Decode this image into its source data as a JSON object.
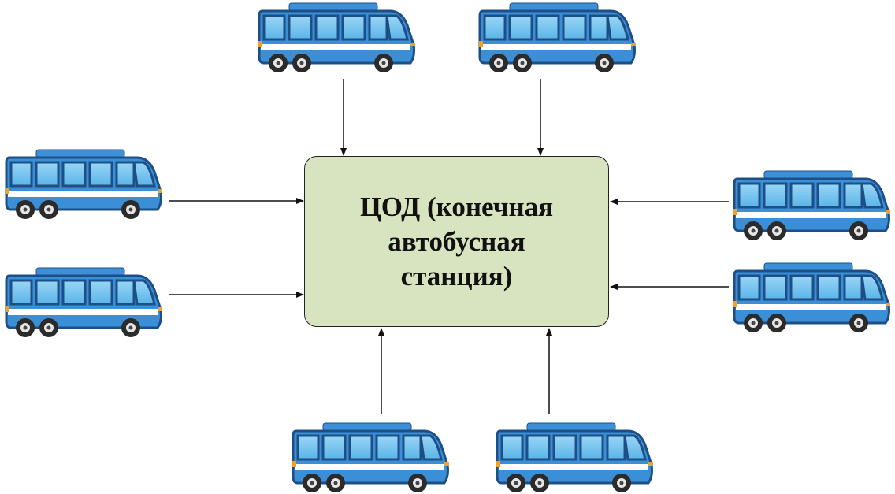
{
  "center": {
    "label": "ЦОД (конечная\nавтобусная\nстанция)"
  },
  "colors": {
    "box_fill": "#d8e4bf",
    "bus_body": "#3b8fd6",
    "bus_dark": "#1d4f86",
    "bus_window": "#7cc6f0",
    "arrow": "#111111"
  },
  "buses": [
    "bus-top-left",
    "bus-top-right",
    "bus-left-upper",
    "bus-left-lower",
    "bus-right-upper",
    "bus-right-lower",
    "bus-bottom-left",
    "bus-bottom-right"
  ]
}
